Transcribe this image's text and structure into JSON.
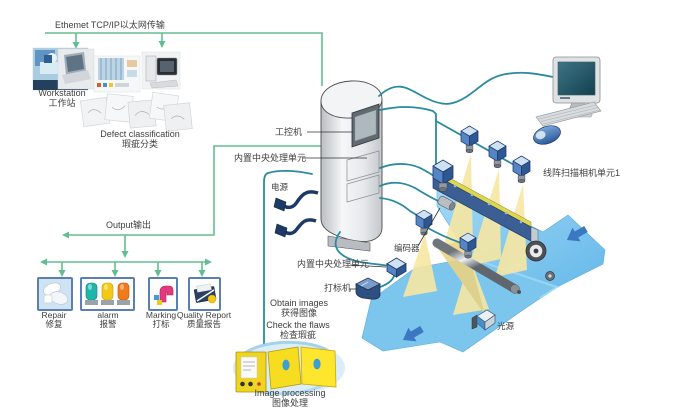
{
  "ethernet_label": "Ethemet TCP/IP以太网传输",
  "workstation": {
    "en": "Workstation",
    "zh": "工作站"
  },
  "defect_classification": {
    "en": "Defect classification",
    "zh": "瑕疵分类"
  },
  "output_label": "Output输出",
  "outputs": [
    {
      "en": "Repair",
      "zh": "修复"
    },
    {
      "en": "alarm",
      "zh": "报警"
    },
    {
      "en": "Marking",
      "zh": "打标"
    },
    {
      "en": "Quality Report",
      "zh": "质量报告"
    }
  ],
  "cabinet": {
    "ipc_label": "工控机",
    "cpu_label": "内置中央处理单元",
    "power_label": "电源"
  },
  "machine": {
    "cpu2_label": "内置中央处理单元",
    "marker_label": "打标机",
    "encoder_label": "编码器",
    "camera_unit_label": "线阵扫描相机单元1",
    "light_source_label": "光源"
  },
  "process": {
    "obtain_en": "Obtain images",
    "obtain_zh": "获得图像",
    "check_en": "Check the flaws",
    "check_zh": "检查瑕疵",
    "improc_en": "Image processing",
    "improc_zh": "图像处理"
  },
  "colors": {
    "flow_green": "#63bd92",
    "cable_teal": "#2a8ba0",
    "sheet_blue": "#7cc6ee",
    "cone_yellow": "#f7e7a3",
    "arrow_blue": "#3b78c2",
    "camera_blue": "#2e5795",
    "bar_navy": "#3b5e95",
    "device_yellow": "#f0d61f",
    "alarm_lamp_colors": [
      "#1fb5a8",
      "#f2c916",
      "#f07a1e"
    ],
    "marking_pink": "#e23a7e"
  }
}
